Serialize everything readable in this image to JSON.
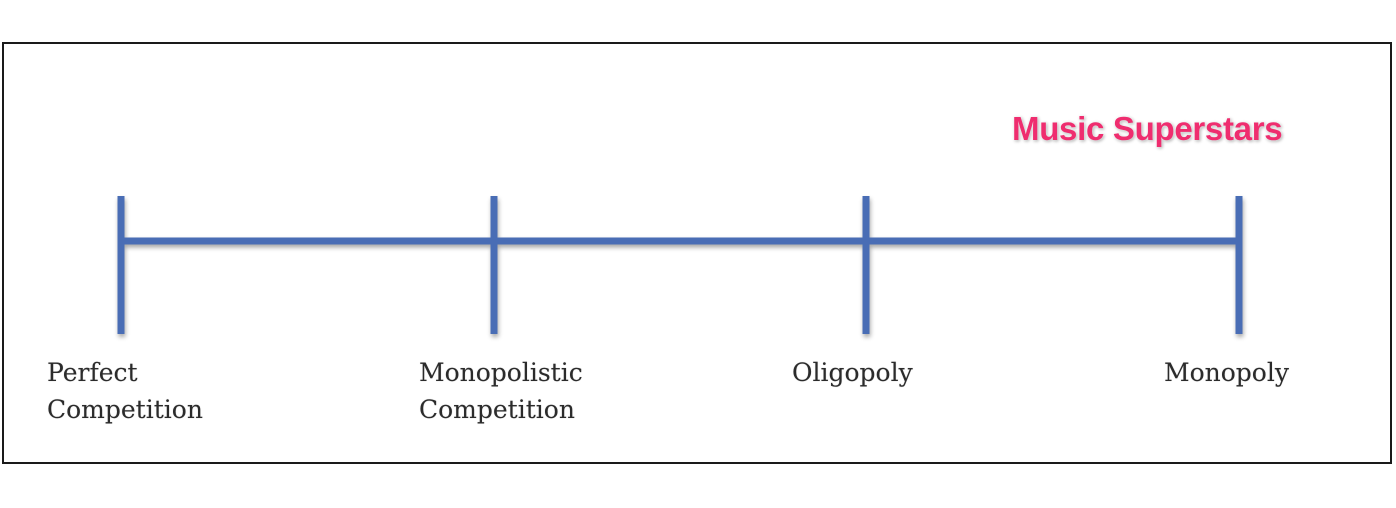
{
  "diagram": {
    "highlight_label": "Music Superstars",
    "highlight_color": "#ef2d6f",
    "line_color": "#4a6db5",
    "markets": [
      {
        "line1": "Perfect",
        "line2": "Competition"
      },
      {
        "line1": "Monopolistic",
        "line2": "Competition"
      },
      {
        "line1": "Oligopoly",
        "line2": ""
      },
      {
        "line1": "Monopoly",
        "line2": ""
      }
    ]
  }
}
